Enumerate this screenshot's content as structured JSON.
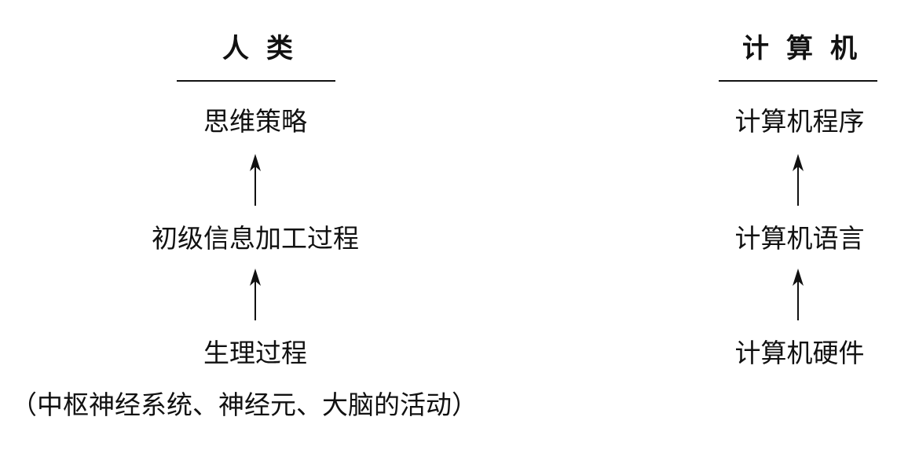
{
  "human": {
    "heading": "人类",
    "levels": [
      "思维策略",
      "初级信息加工过程",
      "生理过程"
    ],
    "note": "（中枢神经系统、神经元、大脑的活动）"
  },
  "computer": {
    "heading": "计算机",
    "levels": [
      "计算机程序",
      "计算机语言",
      "计算机硬件"
    ]
  }
}
